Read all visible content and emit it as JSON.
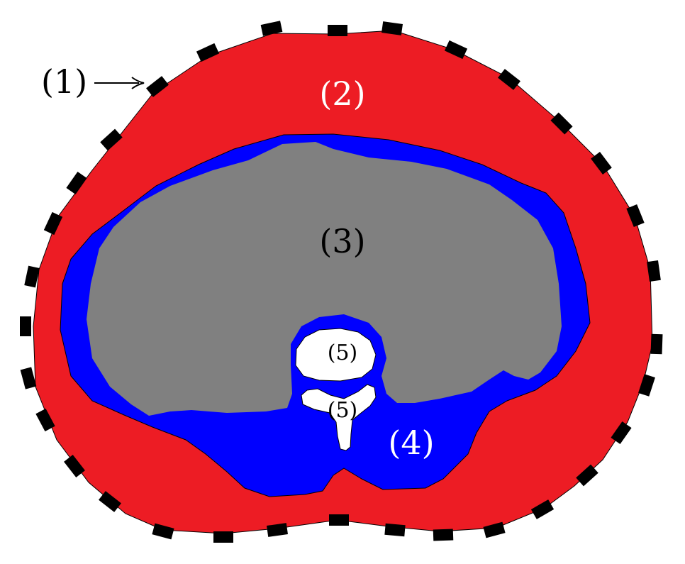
{
  "labels": {
    "electrodes": "(1)",
    "red_region": "(2)",
    "gray_region": "(3)",
    "blue_region": "(4)",
    "vertebra_body": "(5)",
    "vertebra_arch": "(5)"
  },
  "colors": {
    "red": "#ED1C24",
    "blue": "#0000FF",
    "gray": "#808080",
    "white": "#FFFFFF",
    "electrode": "#000000",
    "outline": "#000000"
  },
  "electrode_count": 32
}
